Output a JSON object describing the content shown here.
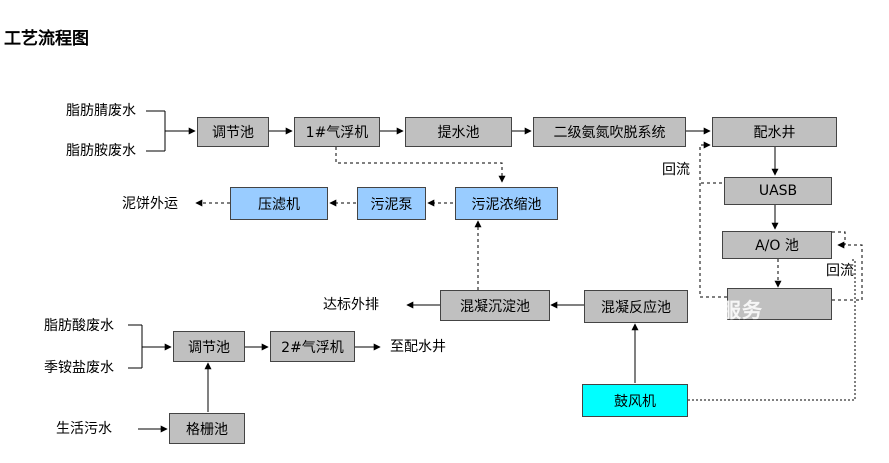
{
  "title": "工艺流程图",
  "inputs": {
    "w1": "脂肪腈废水",
    "w2": "脂肪胺废水",
    "w3": "脂肪酸废水",
    "w4": "季铵盐废水",
    "w5": "生活污水"
  },
  "boxes": {
    "tiaojie1": "调节池",
    "qifu1": "1#气浮机",
    "tishui": "提水池",
    "chuisuo": "二级氨氮吹脱系统",
    "peishui": "配水井",
    "uasb": "UASB",
    "ao": "A/O 池",
    "nongsuo": "污泥浓缩池",
    "wunibeng": "污泥泵",
    "yalv": "压滤机",
    "hunning_fy": "混凝反应池",
    "hunning_cd": "混凝沉淀池",
    "tiaojie2": "调节池",
    "qifu2": "2#气浮机",
    "geshan": "格栅池",
    "gufeng": "鼓风机"
  },
  "labels": {
    "nibing": "泥饼外运",
    "dabiao": "达标外排",
    "zhipei": "至配水井",
    "huiliu1": "回流",
    "huiliu2": "回流"
  },
  "watermark": "诚服务"
}
